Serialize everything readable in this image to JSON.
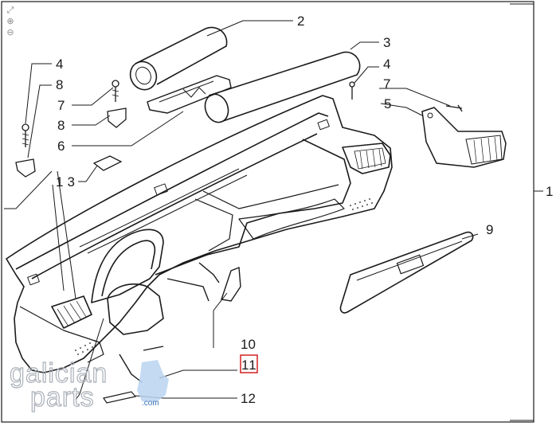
{
  "toolbar": {
    "icons": [
      "fit-page-icon",
      "zoom-in-icon",
      "zoom-out-icon"
    ],
    "glyphs": [
      "⤢",
      "⊕",
      "⊖"
    ]
  },
  "diagram": {
    "callouts": [
      "2",
      "3",
      "4",
      "7",
      "5",
      "4",
      "8",
      "7",
      "8",
      "6",
      "13",
      "1",
      "9",
      "10",
      "11",
      "12"
    ]
  },
  "watermark": {
    "line1": "galician",
    "line2": "parts",
    "suffix": ".com",
    "accent_color": "#b9d3f0"
  },
  "colors": {
    "line": "#1a1a1a",
    "highlight": "#d42020"
  }
}
